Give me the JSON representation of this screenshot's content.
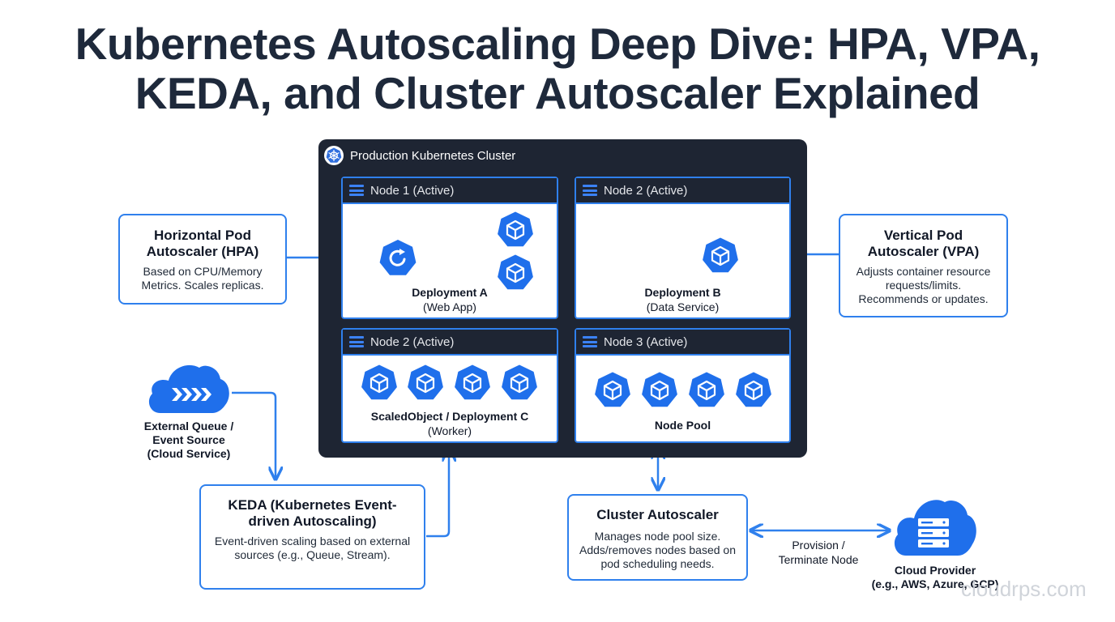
{
  "title": {
    "line1": "Kubernetes Autoscaling Deep Dive: HPA, VPA,",
    "line2": "KEDA, and Cluster Autoscaler Explained"
  },
  "cluster": {
    "title": "Production Kubernetes Cluster",
    "nodes": [
      {
        "label": "Node 1 (Active)",
        "deployment": "Deployment A",
        "sub": "(Web App)"
      },
      {
        "label": "Node 2 (Active)",
        "deployment": "Deployment B",
        "sub": "(Data Service)"
      },
      {
        "label": "Node 2 (Active)",
        "deployment": "ScaledObject / Deployment C",
        "sub": "(Worker)"
      },
      {
        "label": "Node 3 (Active)",
        "deployment": "Node Pool",
        "sub": ""
      }
    ]
  },
  "hpa": {
    "title": "Horizontal Pod Autoscaler (HPA)",
    "desc": "Based on CPU/Memory Metrics. Scales replicas."
  },
  "vpa": {
    "title": "Vertical Pod Autoscaler (VPA)",
    "desc": "Adjusts container resource requests/limits. Recommends or updates."
  },
  "external": {
    "line1": "External Queue /",
    "line2": "Event Source",
    "line3": "(Cloud Service)"
  },
  "keda": {
    "title": "KEDA (Kubernetes Event-driven Autoscaling)",
    "desc": "Event-driven scaling based on external sources (e.g., Queue, Stream)."
  },
  "cluster_autoscaler": {
    "title": "Cluster Autoscaler",
    "desc": "Manages node pool size. Adds/removes nodes based on pod scheduling needs."
  },
  "provision": {
    "line1": "Provision /",
    "line2": "Terminate Node"
  },
  "cloud_provider": {
    "line1": "Cloud Provider",
    "line2": "(e.g., AWS, Azure, GCP)"
  },
  "watermark": "cloudrps.com",
  "colors": {
    "accent": "#2f80ed",
    "pod": "#1f6feb",
    "dark": "#1e2533"
  }
}
